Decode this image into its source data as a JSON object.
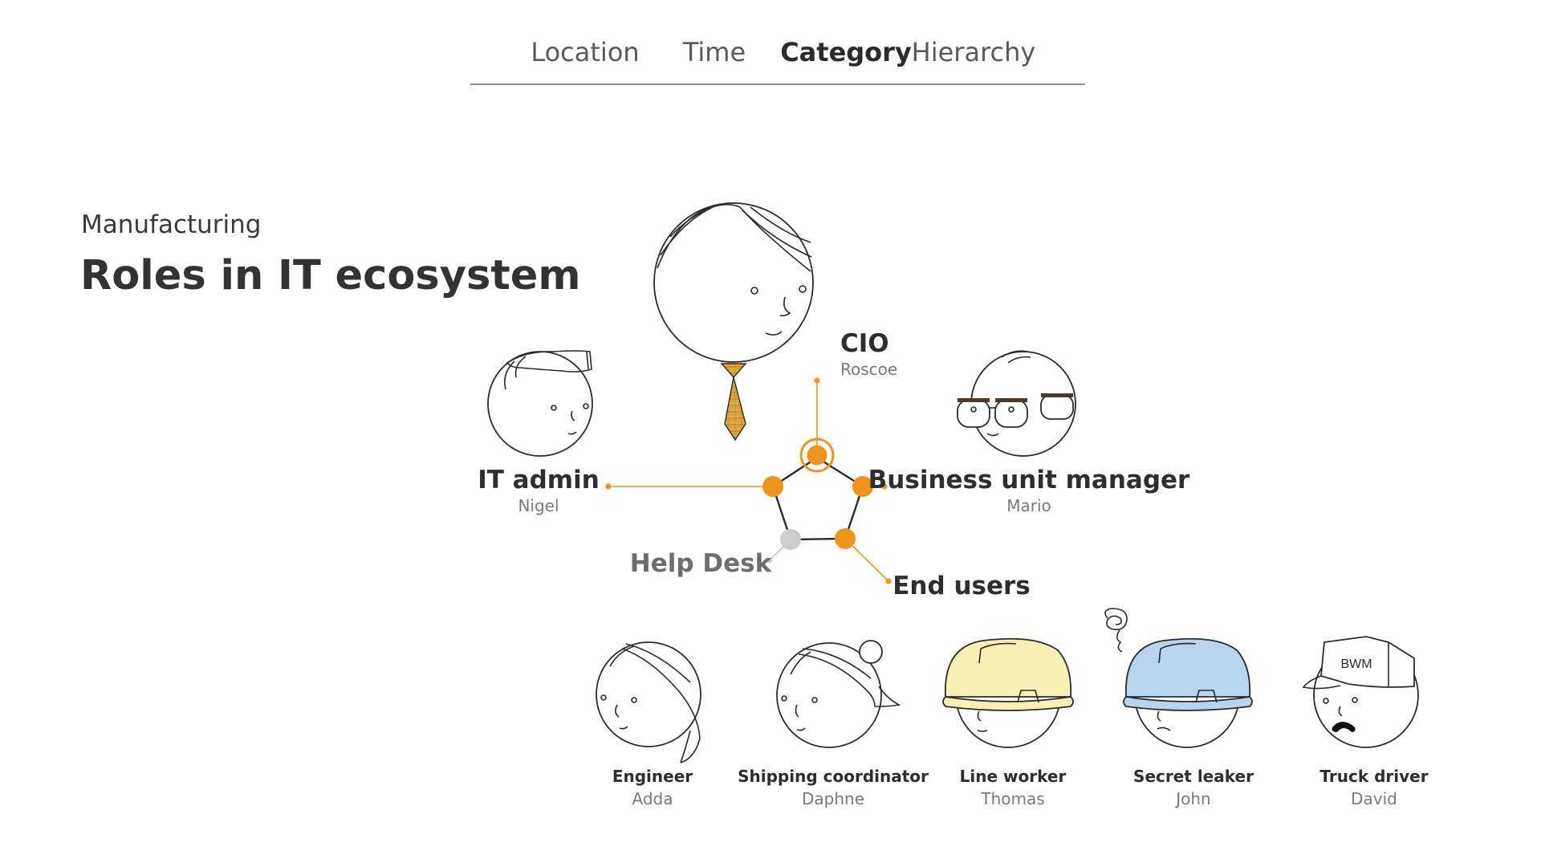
{
  "nav": {
    "tabs": [
      {
        "label": "Location",
        "active": false
      },
      {
        "label": "Time",
        "active": false
      },
      {
        "label": "Category",
        "active": true
      },
      {
        "label": "Hierarchy",
        "active": false
      }
    ]
  },
  "header": {
    "subtitle": "Manufacturing",
    "title": "Roles in IT ecosystem"
  },
  "roles": {
    "cio": {
      "role": "CIO",
      "person": "Roscoe"
    },
    "it_admin": {
      "role": "IT admin",
      "person": "Nigel"
    },
    "bum": {
      "role": "Business unit manager",
      "person": "Mario"
    },
    "help_desk": {
      "role": "Help Desk"
    },
    "end_users": {
      "role": "End users"
    }
  },
  "end_users": [
    {
      "role": "Engineer",
      "person": "Adda"
    },
    {
      "role": "Shipping coordinator",
      "person": "Daphne"
    },
    {
      "role": "Line worker",
      "person": "Thomas"
    },
    {
      "role": "Secret leaker",
      "person": "John"
    },
    {
      "role": "Truck driver",
      "person": "David"
    }
  ],
  "truck_cap_text": "BWM",
  "colors": {
    "accent": "#F0921E",
    "inactive": "#CCCCCC",
    "yellow_helmet": "#F6F0B4",
    "blue_helmet": "#B7D5EE",
    "tie_plaid": "#F2A33A"
  },
  "selection": {
    "selected_node": "cio",
    "inactive_nodes": [
      "help_desk"
    ]
  }
}
